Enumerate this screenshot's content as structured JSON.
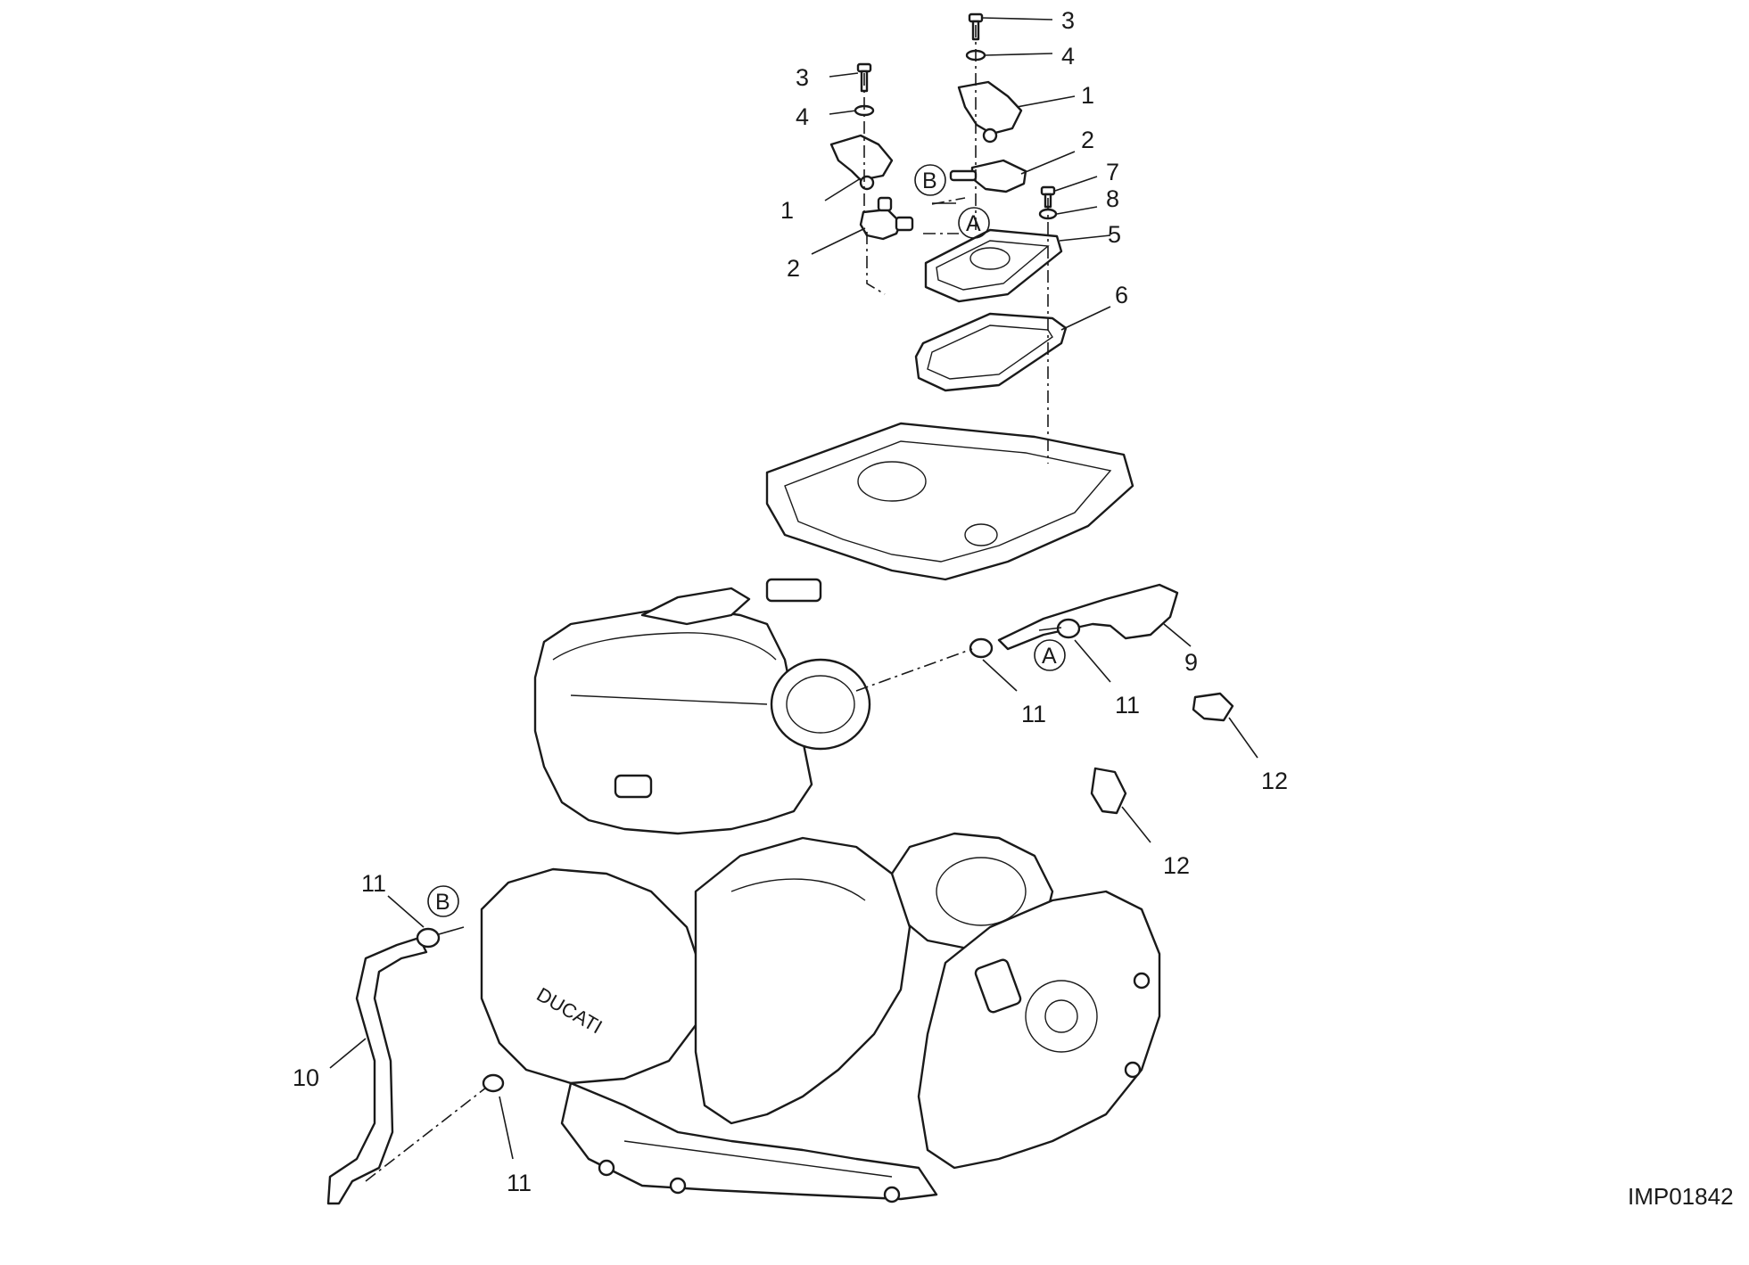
{
  "figure_code": "IMP01842",
  "callouts": [
    "1",
    "2",
    "3",
    "4",
    "5",
    "6",
    "7",
    "8",
    "9",
    "10",
    "11",
    "12"
  ],
  "reference_markers": [
    "A",
    "B"
  ]
}
